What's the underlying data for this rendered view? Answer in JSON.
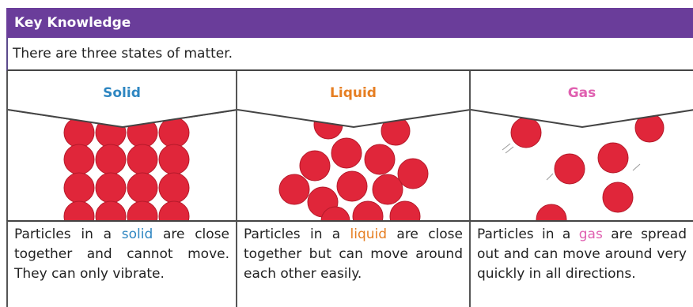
{
  "header": {
    "title": "Key Knowledge"
  },
  "intro": {
    "text": "There are three states of matter."
  },
  "colors": {
    "header_bg": "#6a3d9a",
    "solid": "#2e86c1",
    "liquid": "#e67e22",
    "gas": "#e060b0",
    "particle": "#e0263a"
  },
  "states": [
    {
      "label": "Solid",
      "before": "Particles in a ",
      "keyword": "solid",
      "after": " are close together and cannot move. They can only vibrate."
    },
    {
      "label": "Liquid",
      "before": "Particles in a ",
      "keyword": "liquid",
      "after": " are close together but can move around each other easily."
    },
    {
      "label": "Gas",
      "before": "Particles in a ",
      "keyword": "gas",
      "after": " are spread out and can move around very quickly in all directions."
    }
  ]
}
